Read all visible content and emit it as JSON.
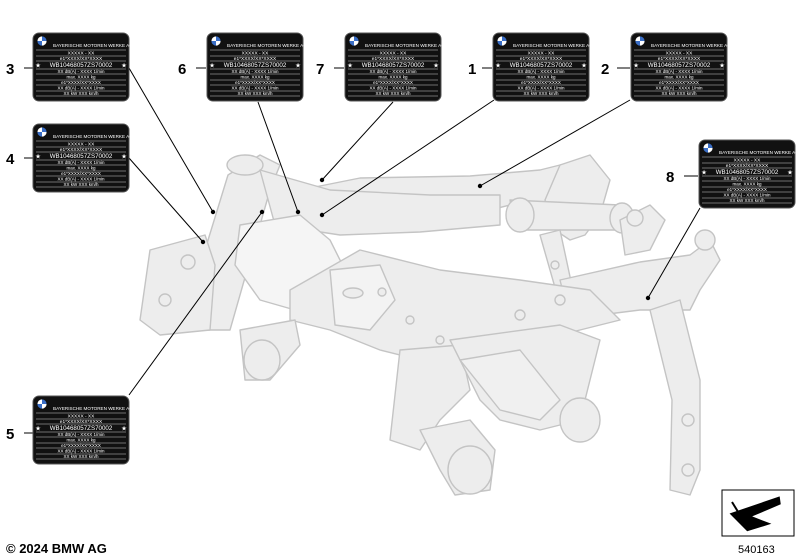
{
  "plate": {
    "maker": "BAYERISCHE MOTOREN WERKE AG",
    "type_line": "XXXXX - XX",
    "approval_line": "e1*XXXX/XX*XXXX",
    "vin_line": "WB10468057ZS70002",
    "load_line_1": "XX dB(A) - XXXX 1/min",
    "mass_line": "max. XXXX kg",
    "approval_line_2": "e1*XXXX/XX*XXXX",
    "load_line_2": "XX dB(A) - XXXX 1/min",
    "power_line": "XX kW      XXX km/h"
  },
  "callouts": [
    {
      "num": "1"
    },
    {
      "num": "2"
    },
    {
      "num": "3"
    },
    {
      "num": "4"
    },
    {
      "num": "5"
    },
    {
      "num": "6"
    },
    {
      "num": "7"
    },
    {
      "num": "8"
    }
  ],
  "footer": {
    "copyright": "© 2024 BMW AG",
    "reference": "540163"
  },
  "colors": {
    "plate_bg": "#111111",
    "plate_text": "#ffffff",
    "frame_fill": "#ededed",
    "frame_stroke": "#c8c8c8",
    "leader": "#000000"
  }
}
